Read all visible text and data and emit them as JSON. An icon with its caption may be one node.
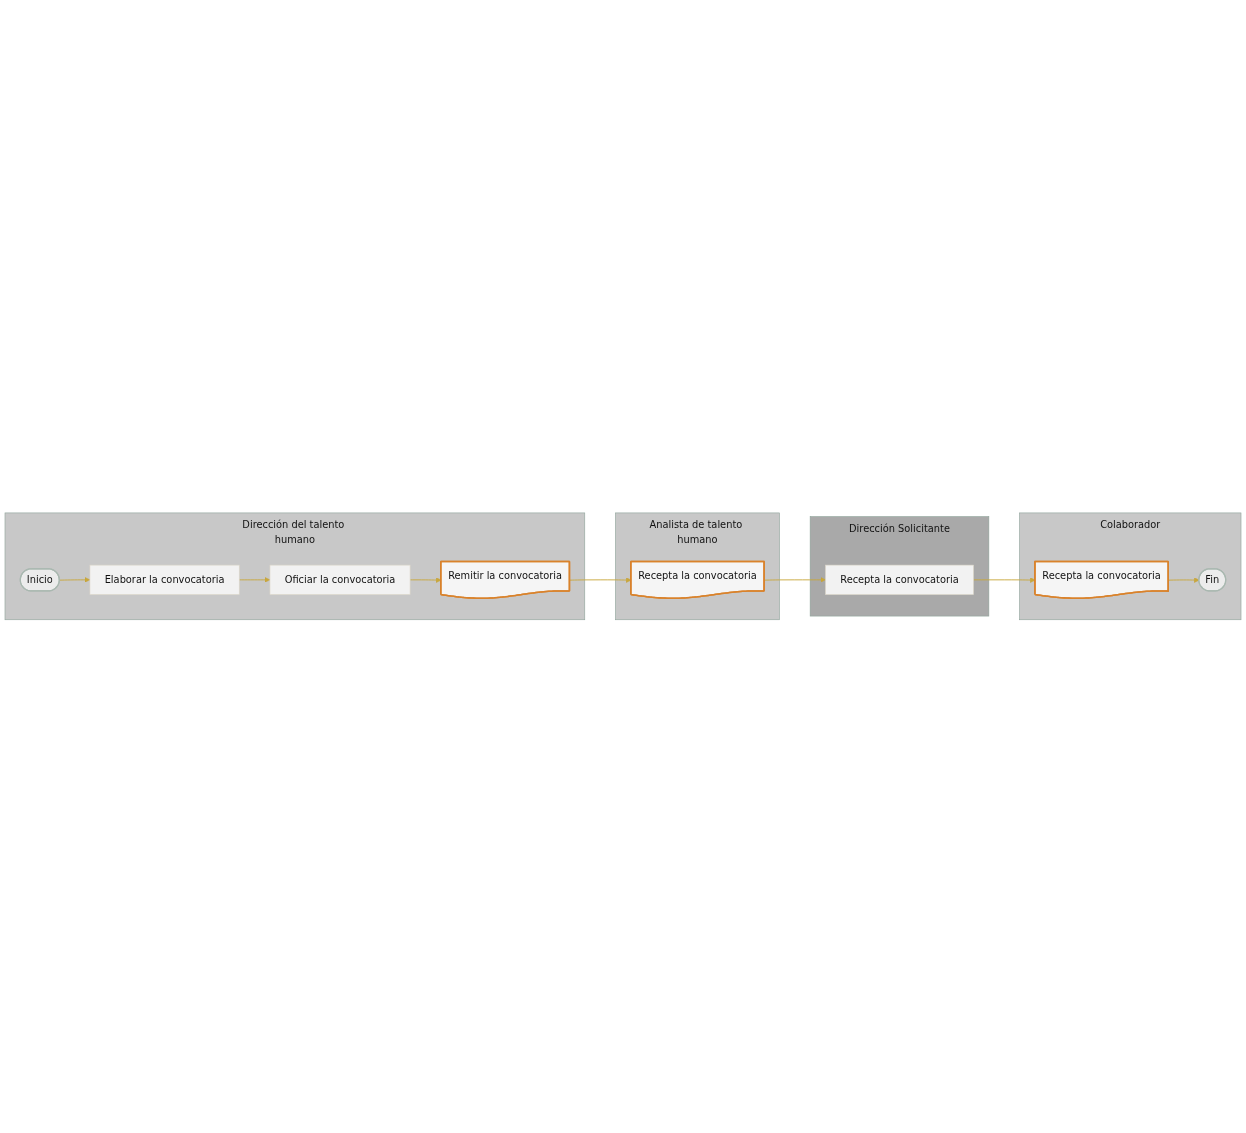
{
  "diagram": {
    "nodes": [
      {
        "text": [
          "Dirección del talento humano"
        ]
      },
      {
        "text": [
          "Inicio"
        ],
        "in": 0
      },
      {
        "text": [
          "Elaborar la convocatoria"
        ],
        "in": 0
      },
      {
        "text": [
          "Oficiar la convocatoria"
        ],
        "in": 0
      },
      {
        "text": [
          "Remitir la convocatoria"
        ],
        "in": 0
      },
      {
        "text": [
          "Analista de talento humano"
        ]
      },
      {
        "text": [
          "Recepta la convocatoria"
        ],
        "in": 5
      },
      {
        "text": [
          "Dirección Solicitante"
        ]
      },
      {
        "text": [
          "Recepta la convocatoria"
        ],
        "in": 7
      },
      {
        "text": [
          "Colaborador"
        ]
      },
      {
        "text": [
          "Recepta la convocatoria"
        ],
        "in": 9
      },
      {
        "text": [
          "Fin"
        ],
        "in": 9
      }
    ],
    "edges": [
      {
        "from": 1,
        "to": 2,
        "arrow": "to"
      },
      {
        "from": 2,
        "to": 3,
        "arrow": "to"
      },
      {
        "from": 3,
        "to": 4,
        "arrow": "to"
      },
      {
        "from": 4,
        "to": 6,
        "arrow": "to"
      },
      {
        "from": 6,
        "to": 8,
        "arrow": "to"
      },
      {
        "from": 8,
        "to": 10,
        "arrow": "to"
      },
      {
        "from": 10,
        "to": 11,
        "arrow": "to"
      }
    ]
  }
}
